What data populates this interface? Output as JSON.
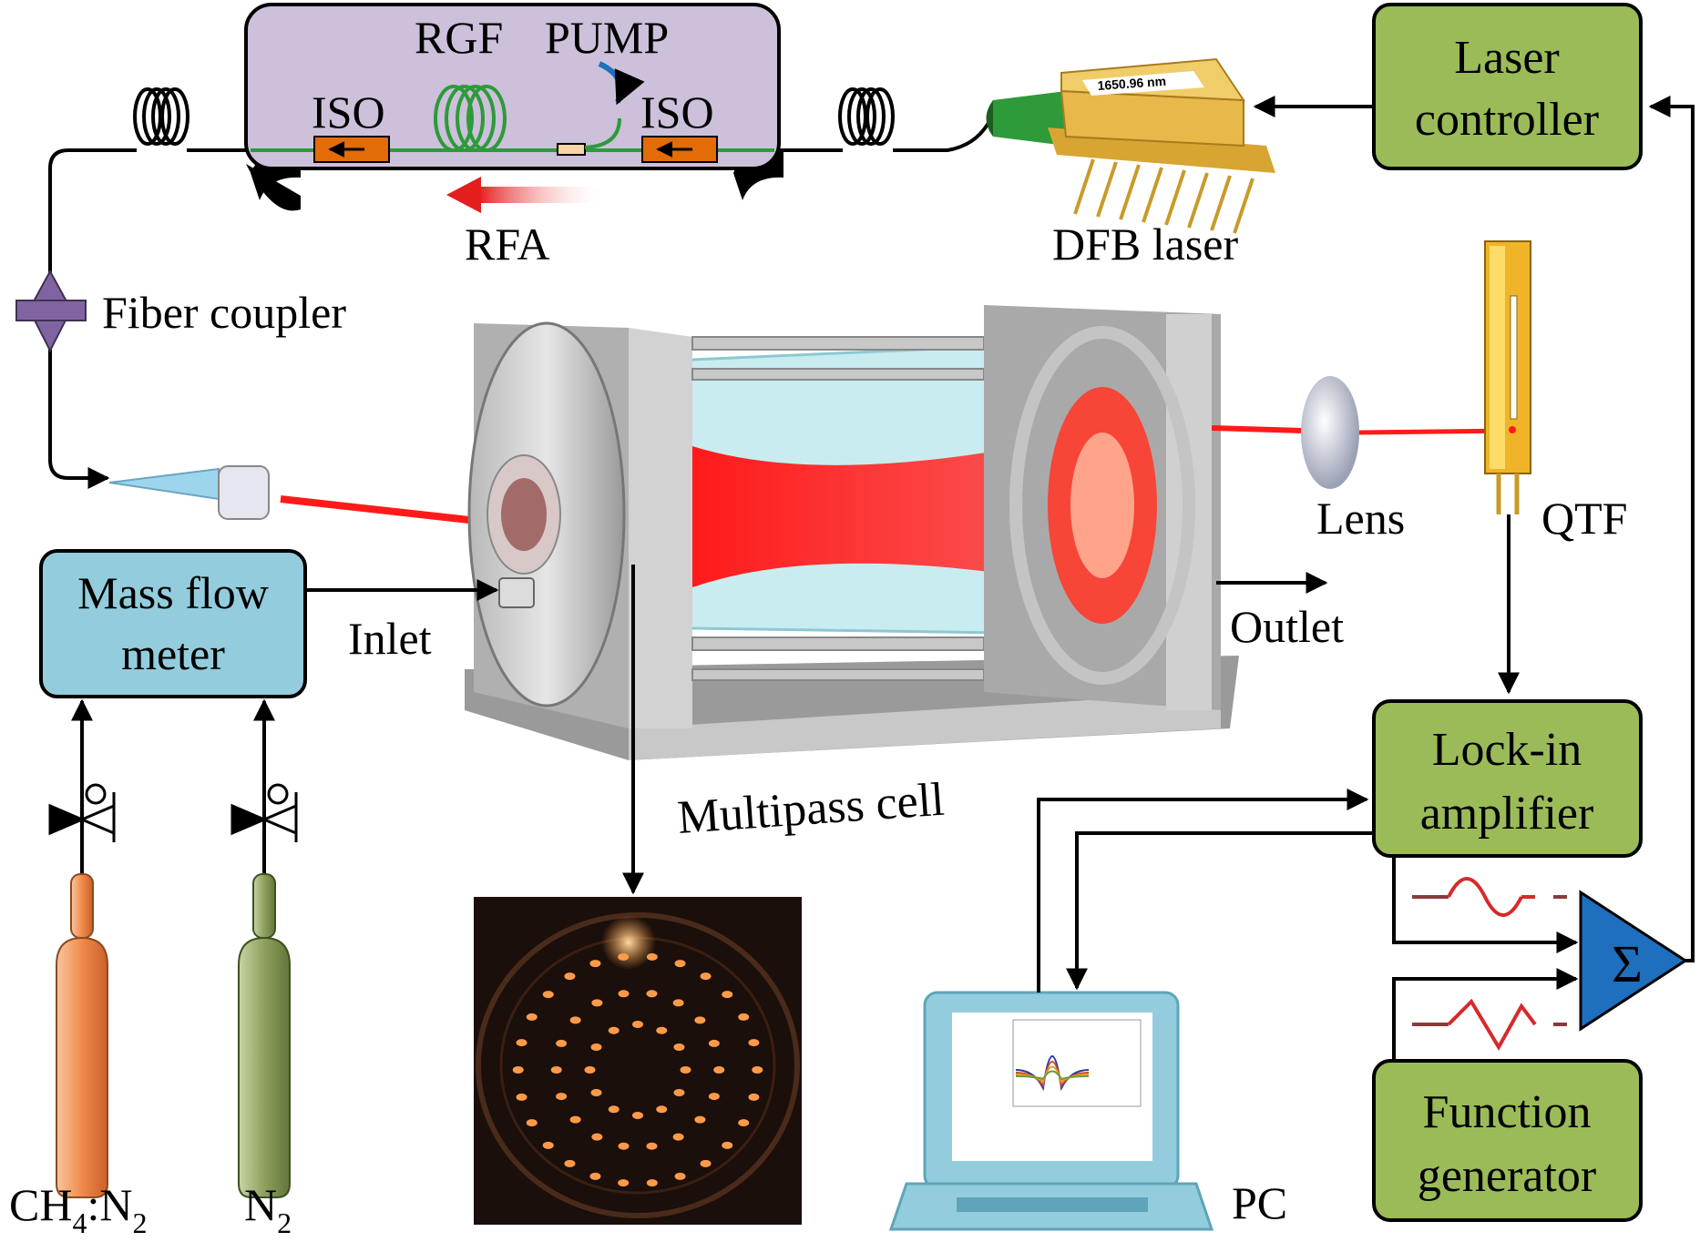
{
  "labels": {
    "rgf": "RGF",
    "pump": "PUMP",
    "iso_left": "ISO",
    "iso_right": "ISO",
    "rfa": "RFA",
    "dfb_laser": "DFB laser",
    "dfb_wavelength": "1650.96 nm",
    "laser_controller_line1": "Laser",
    "laser_controller_line2": "controller",
    "fiber_coupler": "Fiber coupler",
    "lens": "Lens",
    "qtf": "QTF",
    "outlet": "Outlet",
    "inlet": "Inlet",
    "mass_flow_line1": "Mass flow",
    "mass_flow_line2": "meter",
    "multipass_cell": "Multipass cell",
    "lockin_line1": "Lock-in",
    "lockin_line2": "amplifier",
    "function_gen_line1": "Function",
    "function_gen_line2": "generator",
    "sigma": "Σ",
    "pc": "PC",
    "gas1_main": "CH",
    "gas1_sub1": "4",
    "gas1_mid": ":N",
    "gas1_sub2": "2",
    "gas2_main": "N",
    "gas2_sub": "2"
  },
  "colors": {
    "green_box": "#9bbb59",
    "blue_box": "#93cddd",
    "rfa_box": "#ccc0da",
    "laser_red": "#ff1a1a",
    "sigma_blue": "#1f6fbf",
    "cylinder_orange": "#f4a460",
    "cylinder_green": "#9aab6e"
  }
}
